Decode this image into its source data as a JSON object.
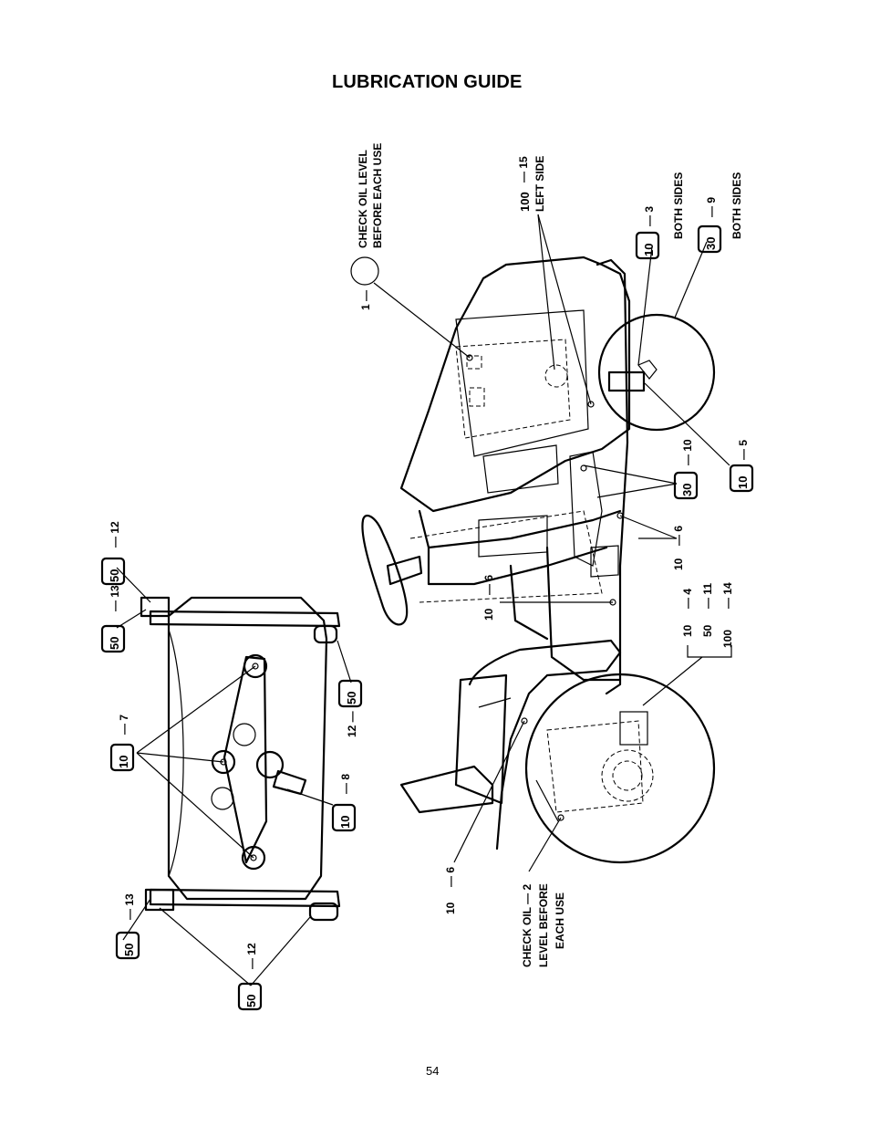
{
  "title": "LUBRICATION GUIDE",
  "page_number": "54",
  "callouts": {
    "c1": {
      "text": "1 —"
    },
    "c1_note": {
      "line1": "CHECK OIL LEVEL",
      "line2": "BEFORE EACH USE"
    },
    "c15": {
      "badge": "100",
      "text": "— 15",
      "note": "LEFT SIDE"
    },
    "c3": {
      "badge": "10",
      "text": "— 3",
      "note": "BOTH SIDES"
    },
    "c9": {
      "badge": "30",
      "text": "— 9",
      "note": "BOTH SIDES"
    },
    "c5": {
      "badge": "10",
      "text": "— 5"
    },
    "c10": {
      "badge": "30",
      "text": "— 10"
    },
    "c6_right": {
      "text": "10",
      "suffix": "— 6"
    },
    "c6_mid": {
      "text": "10",
      "suffix": "— 6"
    },
    "c4": {
      "text": "10",
      "suffix": "— 4"
    },
    "c11": {
      "text": "50",
      "suffix": "— 11"
    },
    "c14": {
      "text": "100",
      "suffix": "— 14"
    },
    "c6_left": {
      "text": "10",
      "suffix": "— 6"
    },
    "c2": {
      "text": "CHECK OIL — 2",
      "line2": "LEVEL BEFORE",
      "line3": "EACH USE"
    },
    "deck_12_top": {
      "badge": "50",
      "text": "— 12"
    },
    "deck_13_top": {
      "badge": "50",
      "text": "— 13"
    },
    "deck_7": {
      "badge": "10",
      "text": "— 7"
    },
    "deck_12_mid": {
      "badge": "50",
      "text": "12 —"
    },
    "deck_8": {
      "badge": "10",
      "text": "— 8"
    },
    "deck_13_bottom": {
      "badge": "50",
      "text": "— 13"
    },
    "deck_12_bottom": {
      "badge": "50",
      "text": "— 12"
    }
  }
}
